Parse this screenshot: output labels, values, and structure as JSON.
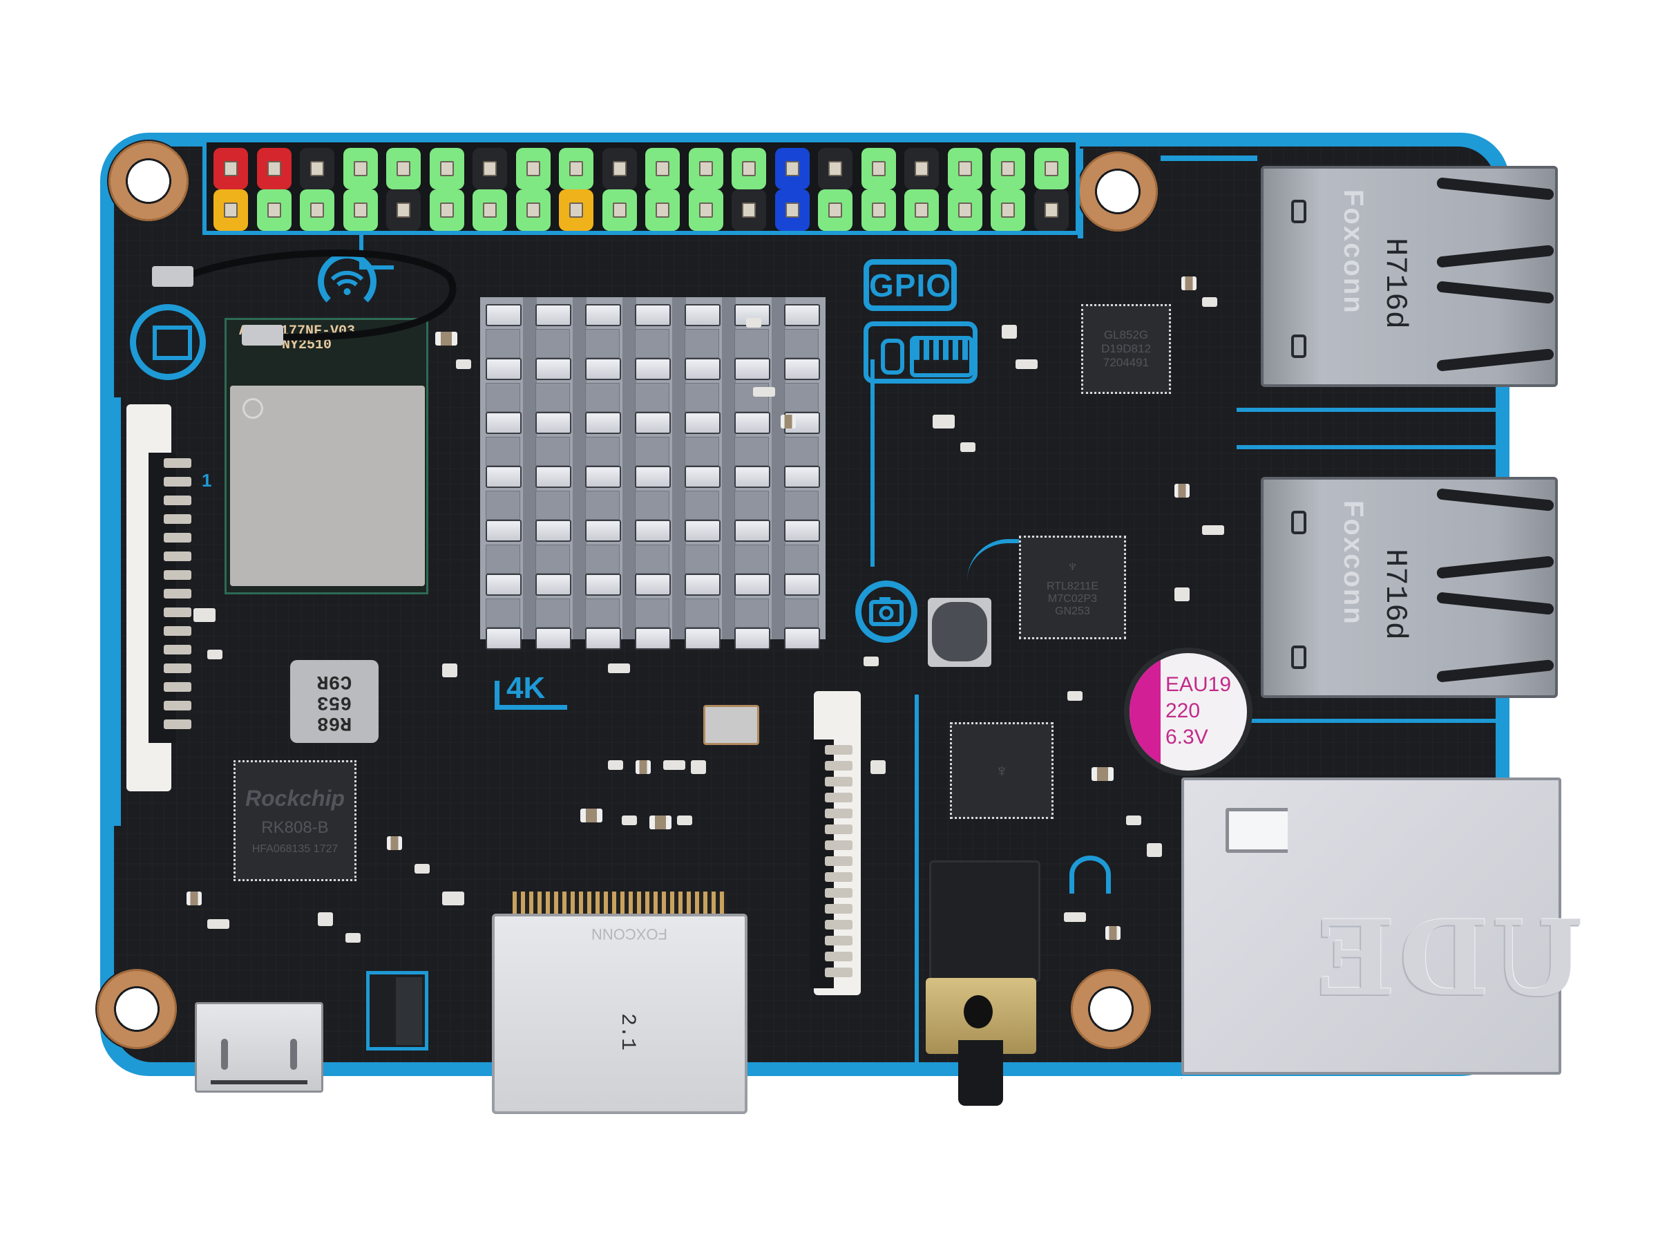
{
  "scene": {
    "subject": "single-board computer top view",
    "background_color": "#ffffff",
    "pcb_color": "#1b1d21",
    "accent_color": "#1e9ad6"
  },
  "gpio_header": {
    "label": "GPIO",
    "columns": 20,
    "pin_colors": {
      "red": "#d4262c",
      "yellow": "#f0b21a",
      "green": "#7fe883",
      "black": "#25272b",
      "blue": "#1746d6"
    },
    "top_row": [
      "red",
      "red",
      "black",
      "green",
      "green",
      "green",
      "black",
      "green",
      "green",
      "black",
      "green",
      "green",
      "green",
      "blue",
      "black",
      "green",
      "black",
      "green",
      "green",
      "green"
    ],
    "bottom_row": [
      "yellow",
      "green",
      "green",
      "green",
      "black",
      "green",
      "green",
      "green",
      "yellow",
      "green",
      "green",
      "green",
      "black",
      "blue",
      "green",
      "green",
      "green",
      "green",
      "green",
      "black"
    ]
  },
  "silkscreen_icons": {
    "wifi": "wifi-icon",
    "display": "monitor-icon",
    "input": "mouse-keyboard-icon",
    "camera": "camera-icon",
    "video": "4K",
    "audio": "headphones-icon"
  },
  "wifi_module": {
    "label": "AW-NB177NF-V03",
    "sublabel": "NY2510"
  },
  "pmic": {
    "brand": "Rockchip",
    "model": "RK808-B",
    "lot": "HFA068135  1727"
  },
  "inductor": {
    "lines": [
      "R68",
      "653",
      "C9R"
    ]
  },
  "usb_hub_chip": {
    "lines": [
      "GL852G",
      "D19D812",
      "7204491"
    ]
  },
  "ethernet_phy_chip": {
    "lines": [
      "RTL8211E",
      "M7C02P3",
      "GN253"
    ]
  },
  "capacitor": {
    "lines": [
      "EAU19",
      "220",
      "6.3V"
    ]
  },
  "usb_ports": [
    {
      "model": "H716d",
      "brand": "Foxconn"
    },
    {
      "model": "H716d",
      "brand": "Foxconn"
    }
  ],
  "ethernet_port": {
    "emboss": "UDE"
  },
  "hdmi_port": {
    "brand": "FOXCONN",
    "marking": "2.1"
  },
  "fpc_marker": "1"
}
